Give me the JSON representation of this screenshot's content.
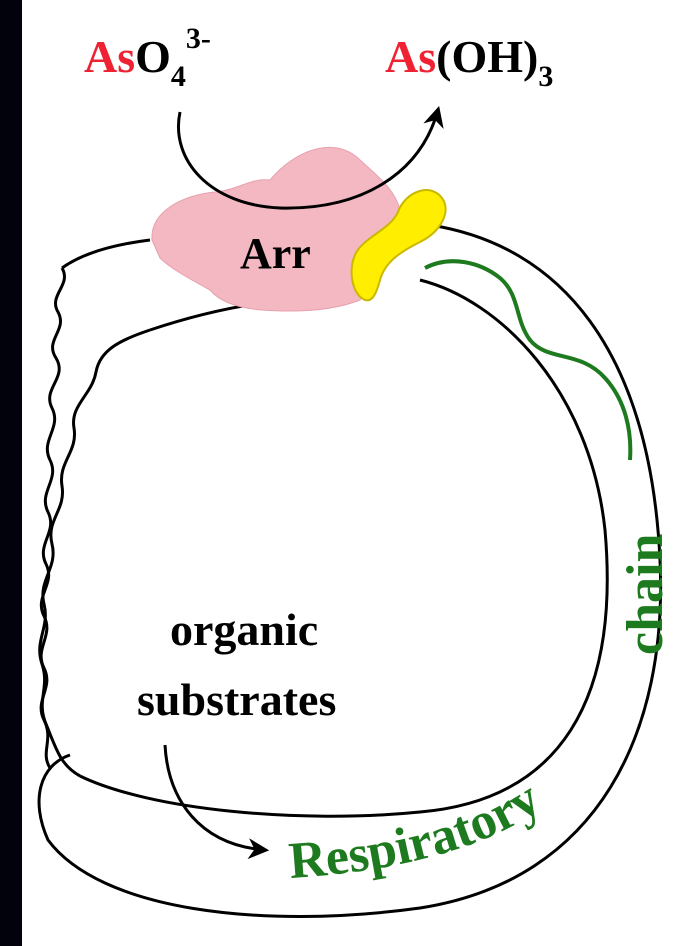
{
  "reaction": {
    "substrate": {
      "element": "As",
      "rest": "O",
      "subscript": "4",
      "superscript": "3-"
    },
    "product": {
      "element": "As",
      "rest": "(OH)",
      "subscript": "3"
    }
  },
  "enzyme": {
    "label": "Arr"
  },
  "substrates_label": {
    "line1": "organic",
    "line2": "substrates"
  },
  "chain_label": {
    "word1": "Respiratory",
    "word2": "chain"
  },
  "colors": {
    "element_red": "#ee2233",
    "chain_green": "#1e7a1e",
    "enzyme_pink": "#f4b8c2",
    "quinone_yellow": "#ffee00",
    "ink": "#000000",
    "background_dark": "#02020c"
  }
}
